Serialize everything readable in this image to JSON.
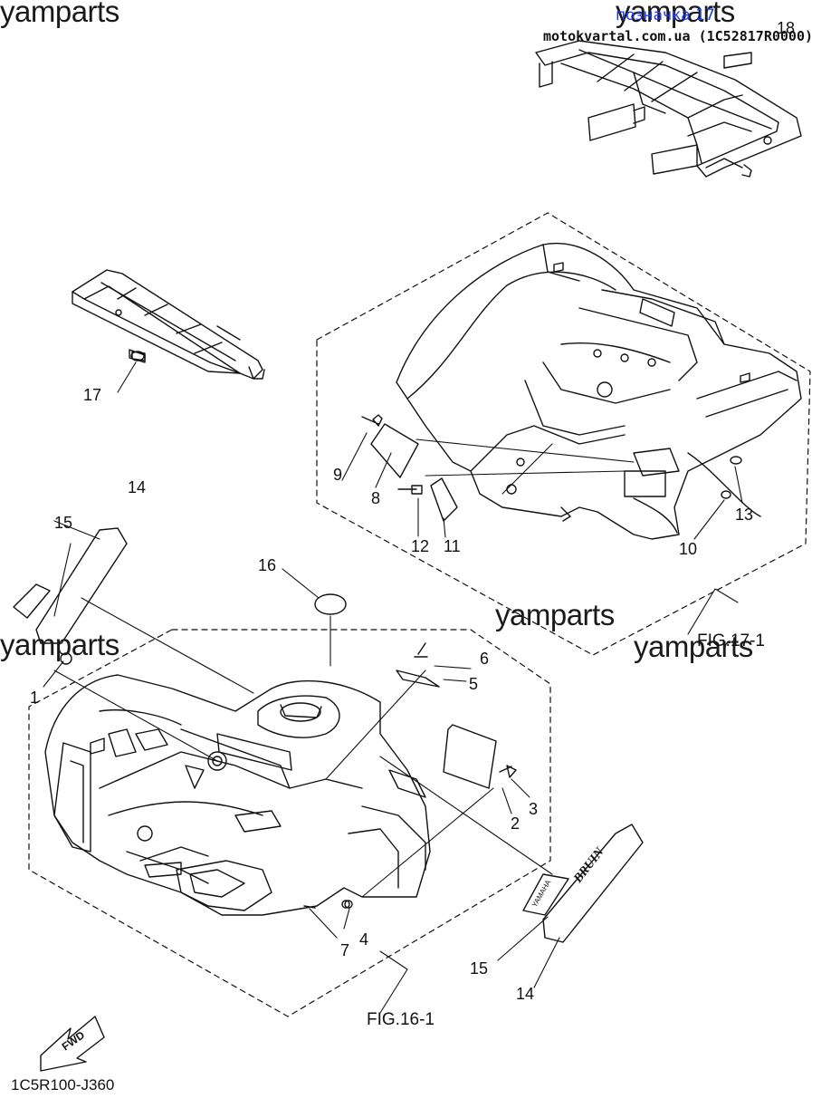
{
  "watermarks": [
    "yamparts",
    "yamparts",
    "yamparts",
    "yamparts",
    "yamparts"
  ],
  "header": {
    "link_text": "позначка 17",
    "site_text": "motokvartal.com.ua (1C52817R0000)"
  },
  "callouts": [
    "1",
    "2",
    "3",
    "4",
    "5",
    "6",
    "7",
    "8",
    "9",
    "10",
    "11",
    "12",
    "13",
    "14",
    "15",
    "16",
    "17",
    "18",
    "14",
    "15"
  ],
  "figure_labels": {
    "fig16": "FIG.16-1",
    "fig17": "FIG.17-1"
  },
  "fwd_label": "FWD",
  "drawing_code": "1C5R100-J360",
  "decal_text": {
    "brand": "YAMAHA",
    "model": "BRUIN"
  },
  "colors": {
    "line": "#111111",
    "link": "#1e3df0",
    "background": "#ffffff"
  }
}
